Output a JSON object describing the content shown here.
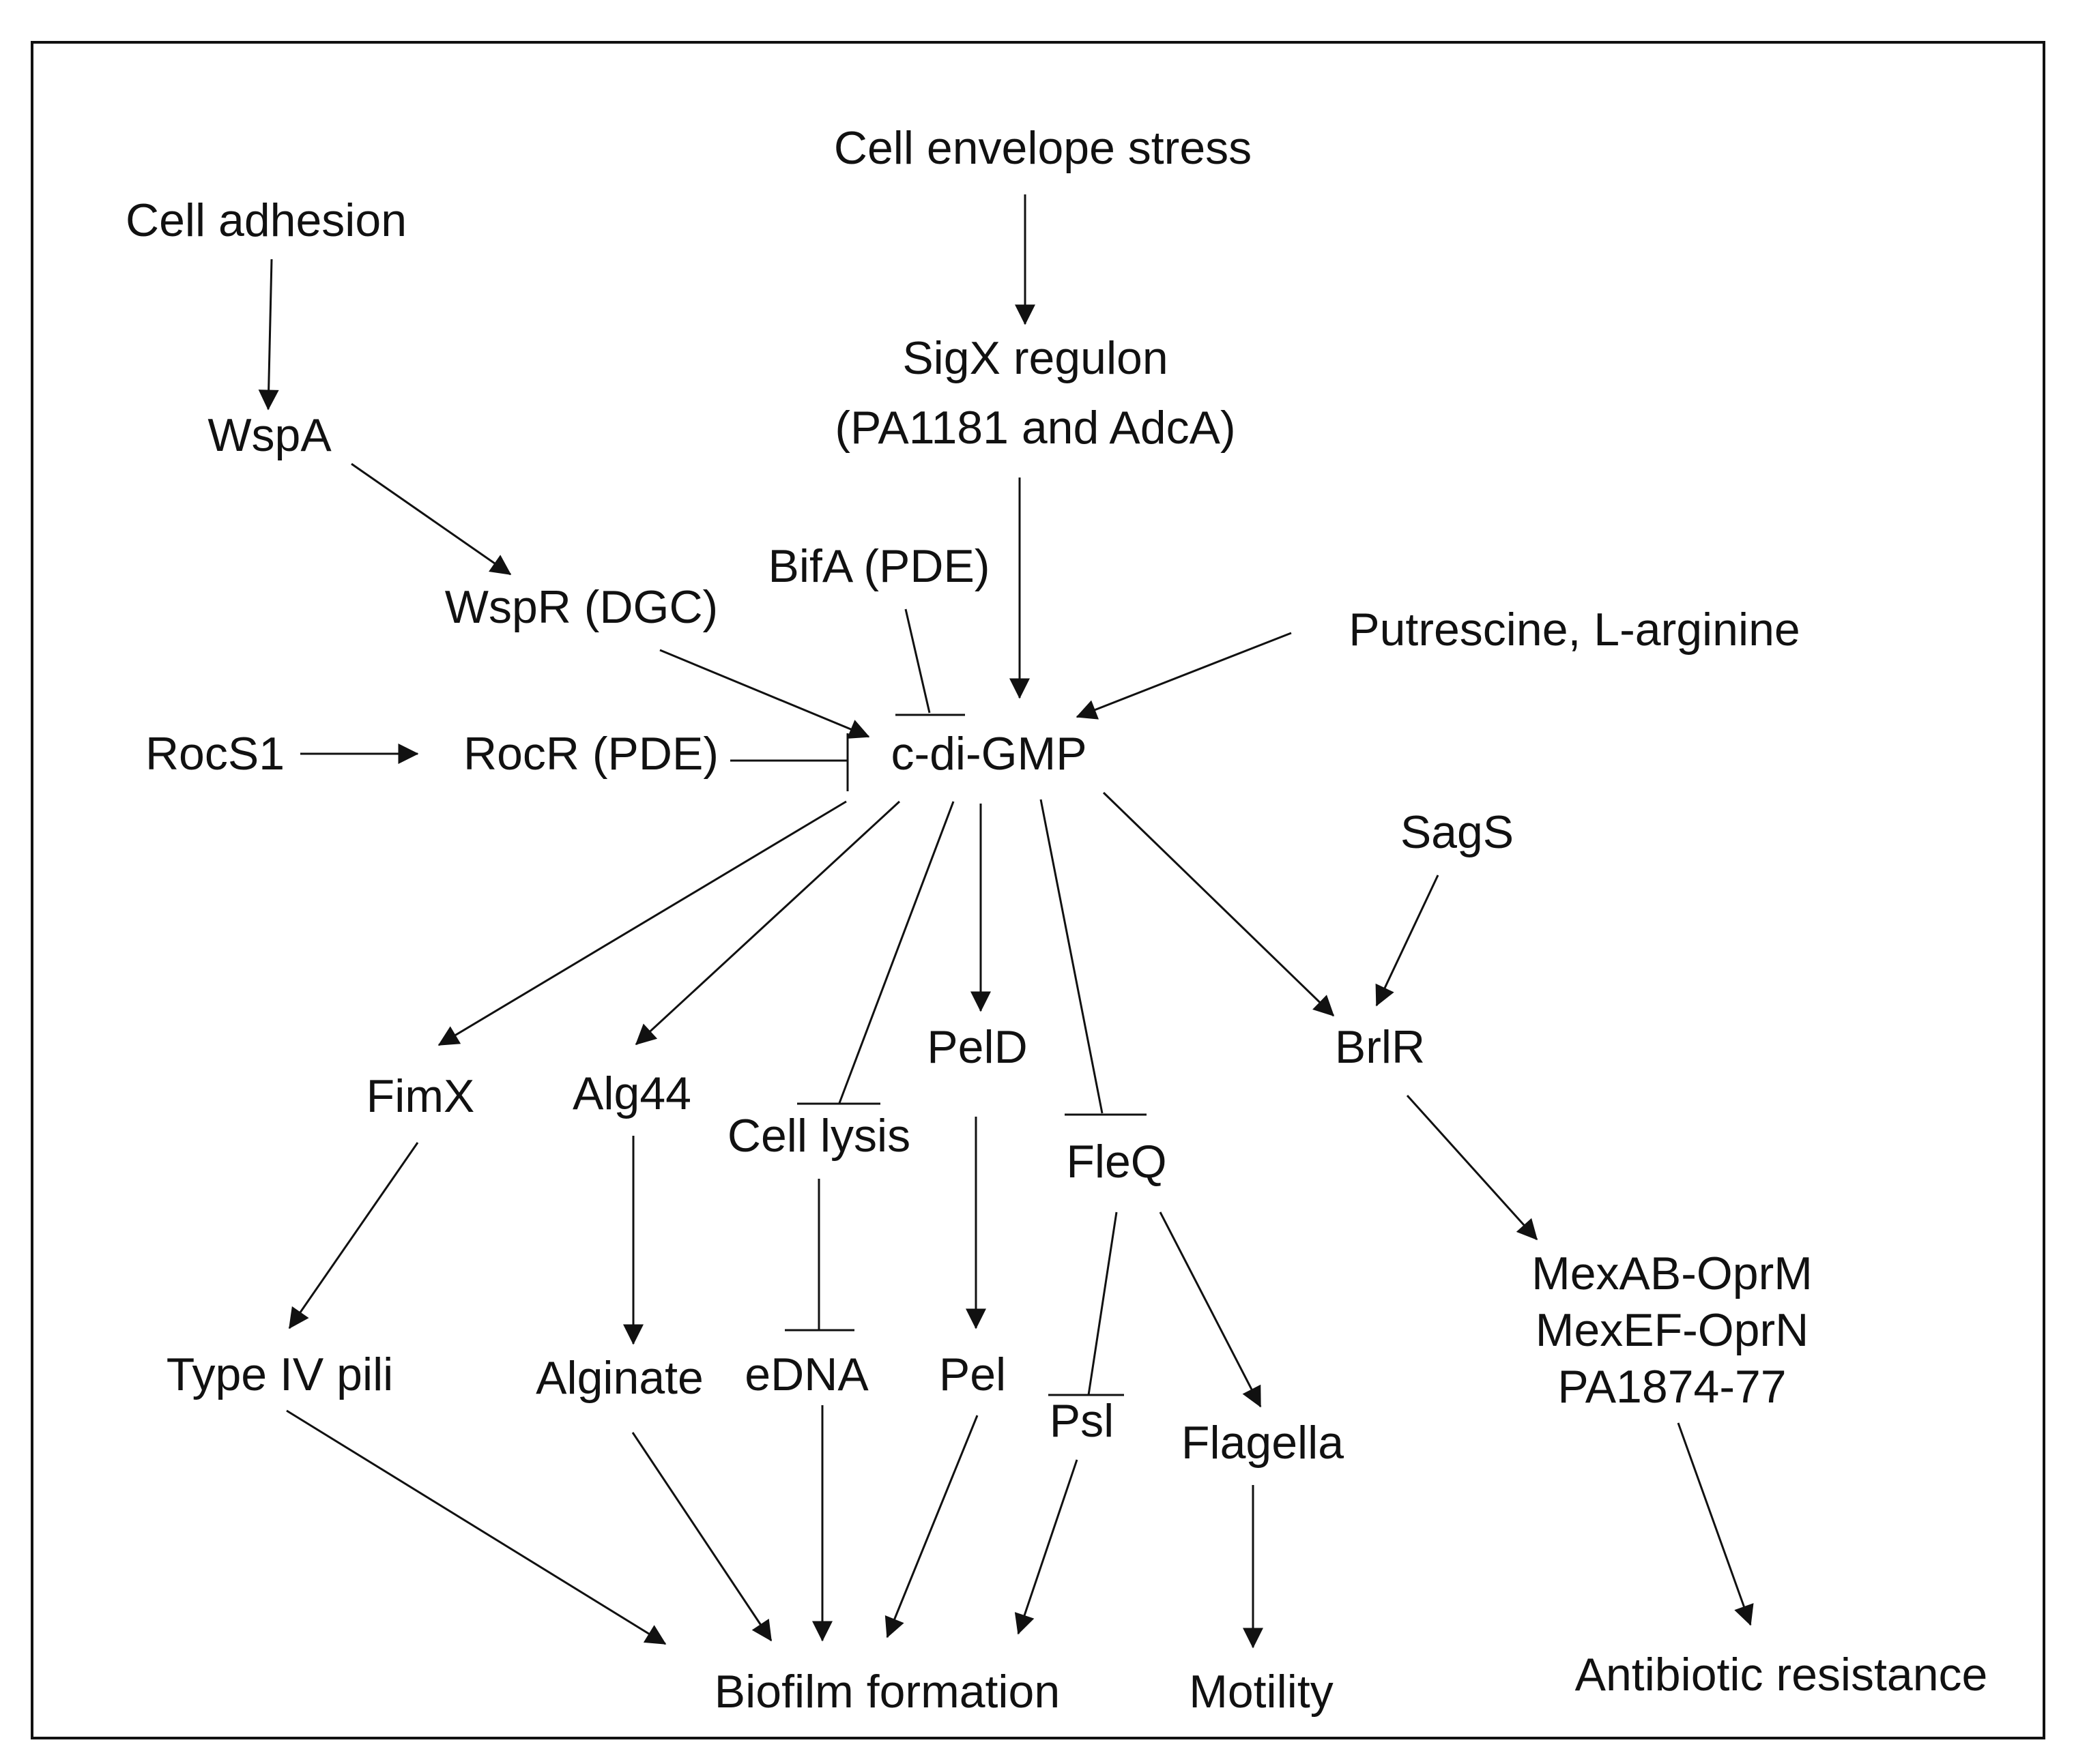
{
  "diagram": {
    "nodes": {
      "cell_envelope_stress": "Cell envelope stress",
      "cell_adhesion": "Cell adhesion",
      "sigx_regulon_line1": "SigX regulon",
      "sigx_regulon_line2": "(PA1181 and AdcA)",
      "wspa": "WspA",
      "bifa": "BifA (PDE)",
      "wspr": "WspR (DGC)",
      "putrescine": "Putrescine, L-arginine",
      "rocs1": "RocS1",
      "rocr": "RocR (PDE)",
      "cdigmp": "c-di-GMP",
      "sags": "SagS",
      "fimx": "FimX",
      "alg44": "Alg44",
      "cell_lysis": "Cell lysis",
      "peld": "PelD",
      "fleq": "FleQ",
      "brlr": "BrlR",
      "pumps_line1": "MexAB-OprM",
      "pumps_line2": "MexEF-OprN",
      "pumps_line3": "PA1874-77",
      "type_iv_pili": "Type IV pili",
      "alginate": "Alginate",
      "edna": "eDNA",
      "pel": "Pel",
      "psl": "Psl",
      "flagella": "Flagella",
      "biofilm_formation": "Biofilm formation",
      "motility": "Motility",
      "antibiotic_resistance": "Antibiotic resistance"
    },
    "edges": [
      {
        "from": "cell_adhesion",
        "to": "wspa",
        "type": "activation"
      },
      {
        "from": "wspa",
        "to": "wspr",
        "type": "activation"
      },
      {
        "from": "wspr",
        "to": "cdigmp",
        "type": "activation"
      },
      {
        "from": "cell_envelope_stress",
        "to": "sigx_regulon",
        "type": "activation"
      },
      {
        "from": "sigx_regulon",
        "to": "cdigmp",
        "type": "activation"
      },
      {
        "from": "bifa",
        "to": "cdigmp",
        "type": "inhibition"
      },
      {
        "from": "putrescine",
        "to": "cdigmp",
        "type": "activation"
      },
      {
        "from": "rocs1",
        "to": "rocr",
        "type": "activation"
      },
      {
        "from": "rocr",
        "to": "cdigmp",
        "type": "inhibition"
      },
      {
        "from": "cdigmp",
        "to": "fimx",
        "type": "activation"
      },
      {
        "from": "cdigmp",
        "to": "alg44",
        "type": "activation"
      },
      {
        "from": "cdigmp",
        "to": "cell_lysis",
        "type": "inhibition"
      },
      {
        "from": "cdigmp",
        "to": "peld",
        "type": "activation"
      },
      {
        "from": "cdigmp",
        "to": "fleq",
        "type": "inhibition"
      },
      {
        "from": "cdigmp",
        "to": "brlr",
        "type": "activation"
      },
      {
        "from": "sags",
        "to": "brlr",
        "type": "activation"
      },
      {
        "from": "fimx",
        "to": "type_iv_pili",
        "type": "activation"
      },
      {
        "from": "alg44",
        "to": "alginate",
        "type": "activation"
      },
      {
        "from": "cell_lysis",
        "to": "edna",
        "type": "inhibition"
      },
      {
        "from": "peld",
        "to": "pel",
        "type": "activation"
      },
      {
        "from": "fleq",
        "to": "psl",
        "type": "inhibition"
      },
      {
        "from": "fleq",
        "to": "flagella",
        "type": "activation"
      },
      {
        "from": "brlr",
        "to": "pumps",
        "type": "activation"
      },
      {
        "from": "type_iv_pili",
        "to": "biofilm_formation",
        "type": "activation"
      },
      {
        "from": "alginate",
        "to": "biofilm_formation",
        "type": "activation"
      },
      {
        "from": "edna",
        "to": "biofilm_formation",
        "type": "activation"
      },
      {
        "from": "pel",
        "to": "biofilm_formation",
        "type": "activation"
      },
      {
        "from": "psl",
        "to": "biofilm_formation",
        "type": "activation"
      },
      {
        "from": "flagella",
        "to": "motility",
        "type": "activation"
      },
      {
        "from": "pumps",
        "to": "antibiotic_resistance",
        "type": "activation"
      }
    ]
  }
}
